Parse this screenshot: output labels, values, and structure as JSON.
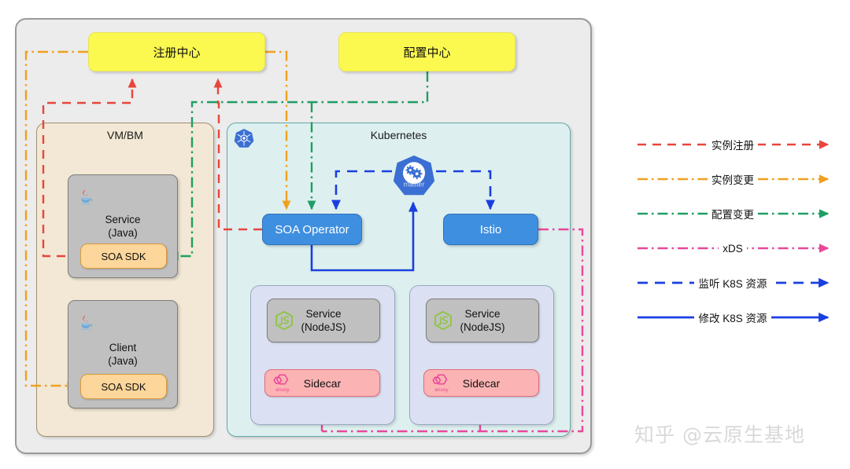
{
  "diagram": {
    "outer_frame": {
      "name": "architecture-container"
    },
    "centers": [
      {
        "id": "registry-center",
        "label": "注册中心",
        "color": "#fbf84f"
      },
      {
        "id": "config-center",
        "label": "配置中心",
        "color": "#fbf84f"
      }
    ],
    "vmbm": {
      "title": "VM/BM",
      "bg": "#f2e8d5",
      "workloads": [
        {
          "id": "svc-java",
          "line1": "Service",
          "line2": "(Java)",
          "icon": "java-icon",
          "sdk": "SOA SDK"
        },
        {
          "id": "client-java",
          "line1": "Client",
          "line2": "(Java)",
          "icon": "java-icon",
          "sdk": "SOA SDK"
        }
      ]
    },
    "kubernetes": {
      "title": "Kubernetes",
      "bg": "#ddf0ef",
      "corner_icon": "kubernetes-icon",
      "master_icon": "kubernetes-master-icon",
      "master_label": "master",
      "controllers": [
        {
          "id": "soa-operator",
          "label": "SOA Operator",
          "color": "#3f8fe0"
        },
        {
          "id": "istio",
          "label": "Istio",
          "color": "#3f8fe0"
        }
      ],
      "pods": [
        {
          "id": "pod-1",
          "service_line1": "Service",
          "service_line2": "(NodeJS)",
          "service_icon": "nodejs-icon",
          "sidecar": "Sidecar",
          "sidecar_icon": "envoy-icon"
        },
        {
          "id": "pod-2",
          "service_line1": "Service",
          "service_line2": "(NodeJS)",
          "service_icon": "nodejs-icon",
          "sidecar": "Sidecar",
          "sidecar_icon": "envoy-icon"
        }
      ]
    },
    "legend": {
      "items": [
        {
          "label": "实例注册",
          "color": "#e8453c",
          "style": "dashed"
        },
        {
          "label": "实例变更",
          "color": "#f0a020",
          "style": "dash-dot"
        },
        {
          "label": "配置变更",
          "color": "#1f9e63",
          "style": "dash-dot"
        },
        {
          "label": "xDS",
          "color": "#e8489b",
          "style": "dash-dot"
        },
        {
          "label": "监听 K8S 资源",
          "color": "#1a3fe0",
          "style": "dash-dot"
        },
        {
          "label": "修改 K8S 资源",
          "color": "#1a3fe0",
          "style": "solid"
        }
      ]
    },
    "watermark": "知乎 @云原生基地"
  }
}
